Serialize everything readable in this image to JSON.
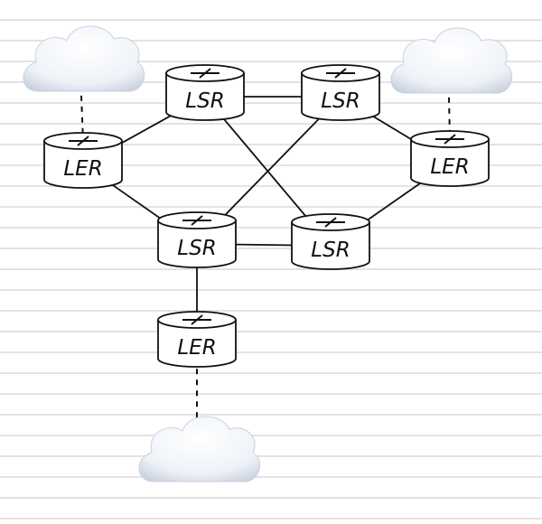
{
  "diagram": {
    "colors": {
      "background": "#ffffff",
      "ruled_line": "#e3e3e3",
      "stroke": "#111111",
      "cloud_fill": "#eef2f8",
      "cloud_shade": "#c9d1de"
    },
    "routers": [
      {
        "id": "ler-left",
        "type": "LER",
        "label": "LER"
      },
      {
        "id": "lsr-top-left",
        "type": "LSR",
        "label": "LSR"
      },
      {
        "id": "lsr-top-right",
        "type": "LSR",
        "label": "LSR"
      },
      {
        "id": "ler-right",
        "type": "LER",
        "label": "LER"
      },
      {
        "id": "lsr-bottom-left",
        "type": "LSR",
        "label": "LSR"
      },
      {
        "id": "lsr-bottom-right",
        "type": "LSR",
        "label": "LSR"
      },
      {
        "id": "ler-bottom",
        "type": "LER",
        "label": "LER"
      }
    ],
    "clouds": [
      {
        "id": "cloud-left"
      },
      {
        "id": "cloud-right"
      },
      {
        "id": "cloud-bottom"
      }
    ],
    "links": [
      {
        "from": "ler-left",
        "to": "lsr-top-left",
        "style": "solid"
      },
      {
        "from": "ler-left",
        "to": "lsr-bottom-left",
        "style": "solid"
      },
      {
        "from": "lsr-top-left",
        "to": "lsr-top-right",
        "style": "solid"
      },
      {
        "from": "lsr-top-left",
        "to": "lsr-bottom-right",
        "style": "solid"
      },
      {
        "from": "lsr-bottom-left",
        "to": "lsr-top-right",
        "style": "solid"
      },
      {
        "from": "lsr-bottom-left",
        "to": "lsr-bottom-right",
        "style": "solid"
      },
      {
        "from": "lsr-top-right",
        "to": "ler-right",
        "style": "solid"
      },
      {
        "from": "lsr-bottom-right",
        "to": "ler-right",
        "style": "solid"
      },
      {
        "from": "lsr-bottom-left",
        "to": "ler-bottom",
        "style": "solid"
      },
      {
        "from": "cloud-left",
        "to": "ler-left",
        "style": "dashed"
      },
      {
        "from": "cloud-right",
        "to": "ler-right",
        "style": "dashed"
      },
      {
        "from": "cloud-bottom",
        "to": "ler-bottom",
        "style": "dashed"
      }
    ]
  }
}
